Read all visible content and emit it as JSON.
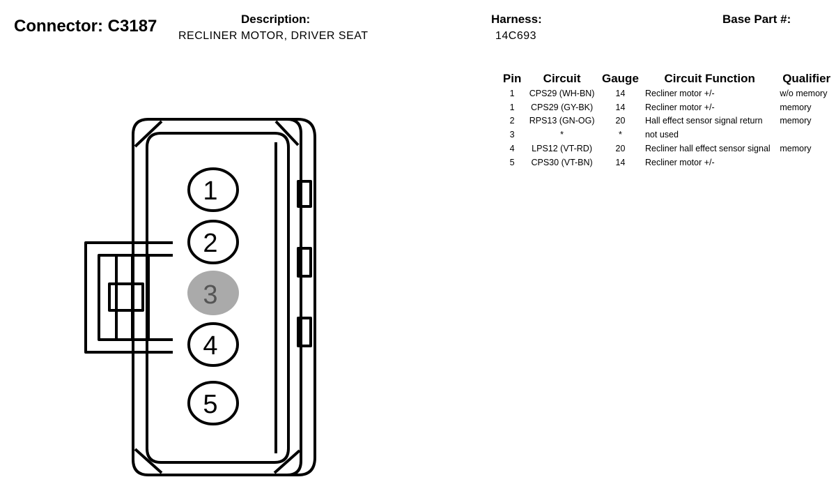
{
  "header": {
    "connector": "Connector: C3187",
    "description_label": "Description:",
    "description": "RECLINER MOTOR, DRIVER SEAT",
    "harness_label": "Harness:",
    "harness": "14C693",
    "base_part_label": "Base Part #:"
  },
  "table": {
    "columns": [
      "Pin",
      "Circuit",
      "Gauge",
      "Circuit Function",
      "Qualifier"
    ],
    "rows": [
      {
        "pin": "1",
        "circuit": "CPS29 (WH-BN)",
        "gauge": "14",
        "function": "Recliner motor +/-",
        "qualifier": "w/o memory"
      },
      {
        "pin": "1",
        "circuit": "CPS29 (GY-BK)",
        "gauge": "14",
        "function": "Recliner motor +/-",
        "qualifier": "memory"
      },
      {
        "pin": "2",
        "circuit": "RPS13 (GN-OG)",
        "gauge": "20",
        "function": "Hall effect sensor signal return",
        "qualifier": "memory"
      },
      {
        "pin": "3",
        "circuit": "*",
        "gauge": "*",
        "function": "not used",
        "qualifier": ""
      },
      {
        "pin": "4",
        "circuit": "LPS12 (VT-RD)",
        "gauge": "20",
        "function": "Recliner hall effect sensor signal",
        "qualifier": "memory"
      },
      {
        "pin": "5",
        "circuit": "CPS30 (VT-BN)",
        "gauge": "14",
        "function": "Recliner motor +/-",
        "qualifier": ""
      }
    ]
  },
  "diagram": {
    "pins": [
      {
        "label": "1",
        "used": true
      },
      {
        "label": "2",
        "used": true
      },
      {
        "label": "3",
        "used": false
      },
      {
        "label": "4",
        "used": true
      },
      {
        "label": "5",
        "used": true
      }
    ],
    "colors": {
      "outline": "#000000",
      "unused_pin_fill": "#aaaaaa",
      "unused_pin_text": "#555555"
    }
  }
}
